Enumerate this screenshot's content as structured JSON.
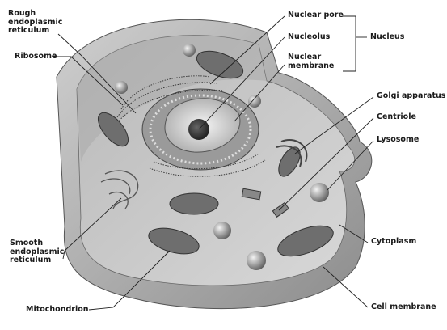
{
  "labels": {
    "rough_er": "Rough\nendoplasmic\nreticulum",
    "ribosome": "Ribosome",
    "smooth_er": "Smooth\nendoplasmic\nreticulum",
    "mitochondrion": "Mitochondrion",
    "nuclear_pore": "Nuclear pore",
    "nucleolus": "Nucleolus",
    "nuclear_membrane": "Nuclear\nmembrane",
    "nucleus": "Nucleus",
    "golgi": "Golgi apparatus",
    "centriole": "Centriole",
    "lysosome": "Lysosome",
    "cytoplasm": "Cytoplasm",
    "cell_membrane": "Cell membrane"
  }
}
